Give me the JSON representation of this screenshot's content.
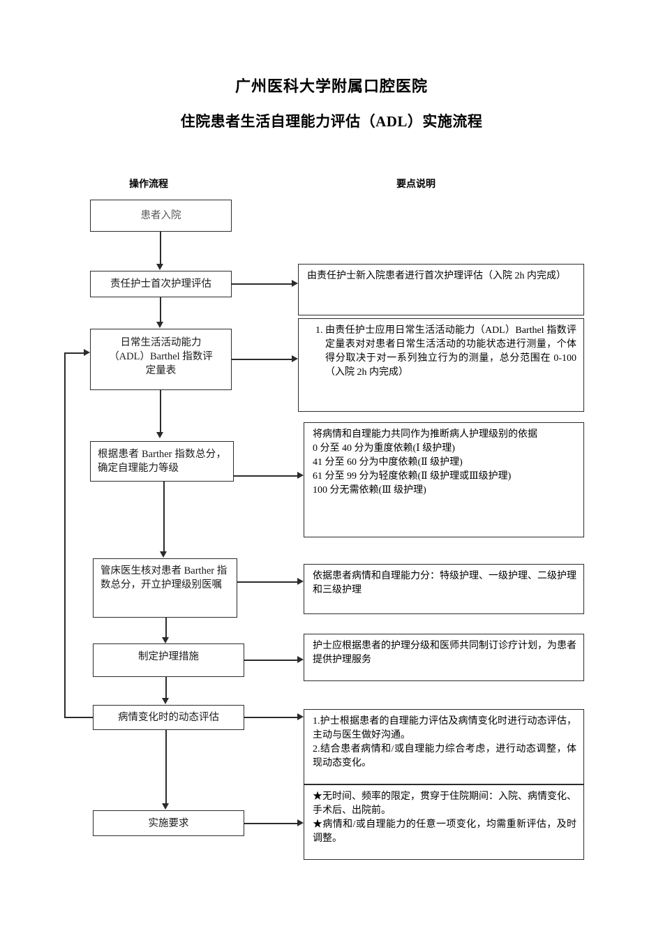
{
  "document": {
    "hospital_title": "广州医科大学附属口腔医院",
    "process_title": "住院患者生活自理能力评估（ADL）实施流程"
  },
  "columns": {
    "flow_header": "操作流程",
    "notes_header": "要点说明"
  },
  "flow_steps": [
    {
      "id": "admission",
      "label": "患者入院"
    },
    {
      "id": "first-assess",
      "label": "责任护士首次护理评估"
    },
    {
      "id": "adl-scale",
      "label": "日常生活活动能力\n（ADL）Barthel 指数评\n定量表"
    },
    {
      "id": "determine-level",
      "label": "根据患者 Barther 指数总分，确定自理能力等级"
    },
    {
      "id": "doctor-order",
      "label": "管床医生核对患者 Barther 指数总分，开立护理级别医嘱"
    },
    {
      "id": "care-measures",
      "label": "制定护理措施"
    },
    {
      "id": "dynamic-assess",
      "label": "病情变化时的动态评估"
    },
    {
      "id": "requirements",
      "label": "实施要求"
    }
  ],
  "notes": [
    {
      "id": "note-first-assess",
      "lines": [
        "由责任护士新入院患者进行首次护理评估（入院 2h 内完成）"
      ]
    },
    {
      "id": "note-adl-scale",
      "numbered": true,
      "lines": [
        "由责任护士应用日常生活活动能力（ADL）Barthel 指数评定量表对对患者日常生活活动的功能状态进行测量，个体得分取决于对一系列独立行为的测量，总分范围在 0-100（入院 2h 内完成）"
      ]
    },
    {
      "id": "note-determine-level",
      "lines": [
        "将病情和自理能力共同作为推断病人护理级别的依据",
        "0 分至 40 分为重度依赖(Ⅰ 级护理)",
        "41 分至 60 分为中度依赖(Ⅱ 级护理)",
        "61 分至 99 分为轻度依赖(Ⅱ 级护理或Ⅲ级护理)",
        "100 分无需依赖(Ⅲ 级护理)"
      ]
    },
    {
      "id": "note-doctor-order",
      "lines": [
        "依据患者病情和自理能力分：特级护理、一级护理、二级护理和三级护理"
      ]
    },
    {
      "id": "note-care-measures",
      "lines": [
        "护士应根据患者的护理分级和医师共同制订诊疗计划，为患者提供护理服务"
      ]
    },
    {
      "id": "note-dynamic-assess",
      "lines": [
        "1.护士根据患者的自理能力评估及病情变化时进行动态评估，主动与医生做好沟通。",
        "2.结合患者病情和/或自理能力综合考虑，进行动态调整，体现动态变化。"
      ]
    },
    {
      "id": "note-requirements",
      "lines": [
        "★无时间、频率的限定，贯穿于住院期间：入院、病情变化、手术后、出院前。",
        "★病情和/或自理能力的任意一项变化，均需重新评估，及时调整。"
      ]
    }
  ],
  "colors": {
    "line": "#2b2b2b",
    "text": "#000000",
    "muted_text": "#575757",
    "background": "#ffffff"
  }
}
